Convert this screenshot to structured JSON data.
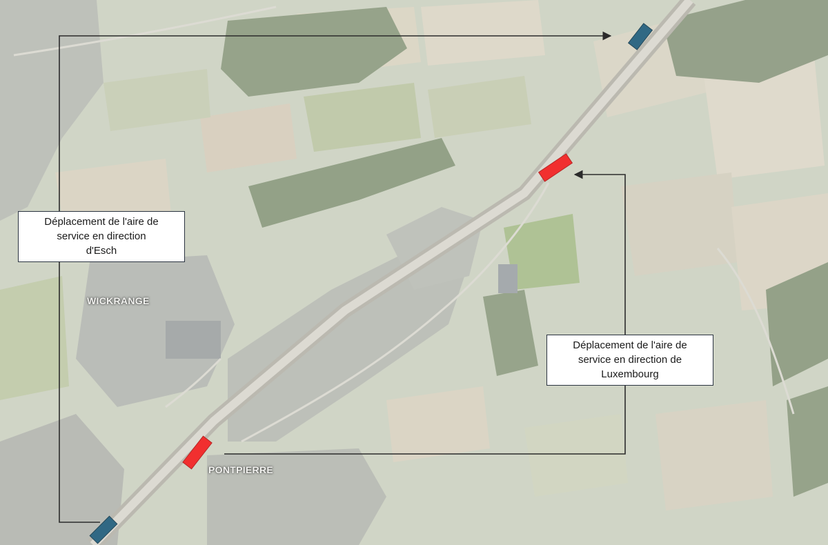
{
  "map": {
    "places": {
      "wickrange": "WICKRANGE",
      "pontpierre": "PONTPIERRE"
    },
    "callouts": {
      "esch": {
        "lines": [
          "Déplacement de l'aire de",
          "service en direction",
          "d'Esch"
        ]
      },
      "luxembourg": {
        "lines": [
          "Déplacement de l'aire de",
          "service en direction de",
          "Luxembourg"
        ]
      }
    },
    "markers": {
      "new_location_color": "#1f5c7a",
      "old_location_color": "#f01e1e"
    },
    "colors": {
      "arrow": "#1a1a1a",
      "callout_border": "#2a3340",
      "label_text": "#f4f4f1"
    }
  }
}
